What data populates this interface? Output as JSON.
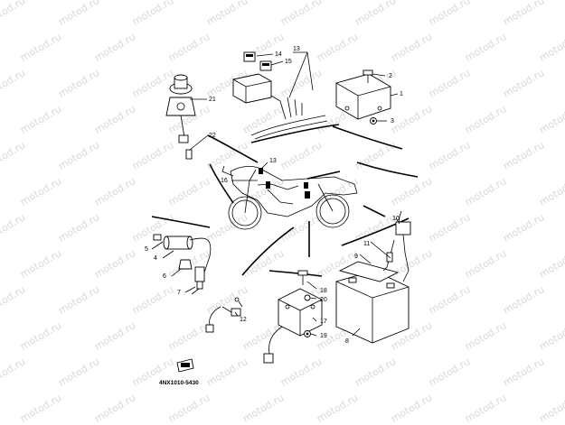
{
  "watermark": "motod.ru",
  "diagram_code": "4NX1010-5430",
  "callouts": [
    "1",
    "2",
    "3",
    "4",
    "5",
    "6",
    "7",
    "8",
    "9",
    "10",
    "11",
    "12",
    "13",
    "13",
    "14",
    "15",
    "16",
    "17",
    "18",
    "19",
    "20",
    "21",
    "22"
  ]
}
